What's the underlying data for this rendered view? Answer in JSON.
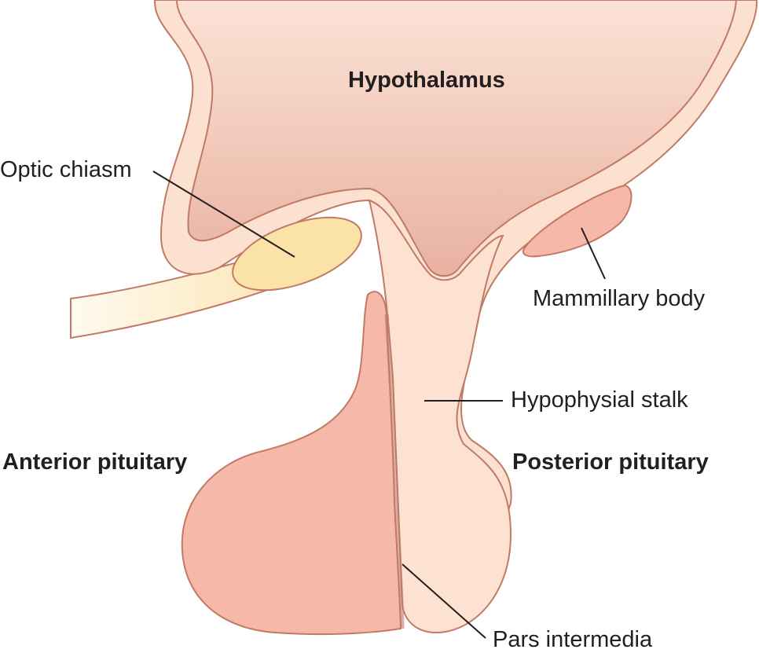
{
  "diagram": {
    "labels": {
      "hypothalamus": "Hypothalamus",
      "optic_chiasm": "Optic chiasm",
      "mammillary_body": "Mammillary body",
      "hypophysial_stalk": "Hypophysial stalk",
      "anterior_pituitary": "Anterior pituitary",
      "posterior_pituitary": "Posterior pituitary",
      "pars_intermedia": "Pars intermedia"
    },
    "colors": {
      "outline": "#c07a66",
      "hypothalamus_fill": "#f1c1b0",
      "wall_fill": "#fce0d0",
      "optic_fill": "#fbe3a8",
      "anterior_fill": "#f6b8a8",
      "posterior_fill": "#fde2d2",
      "leader_line": "#231f20"
    }
  }
}
